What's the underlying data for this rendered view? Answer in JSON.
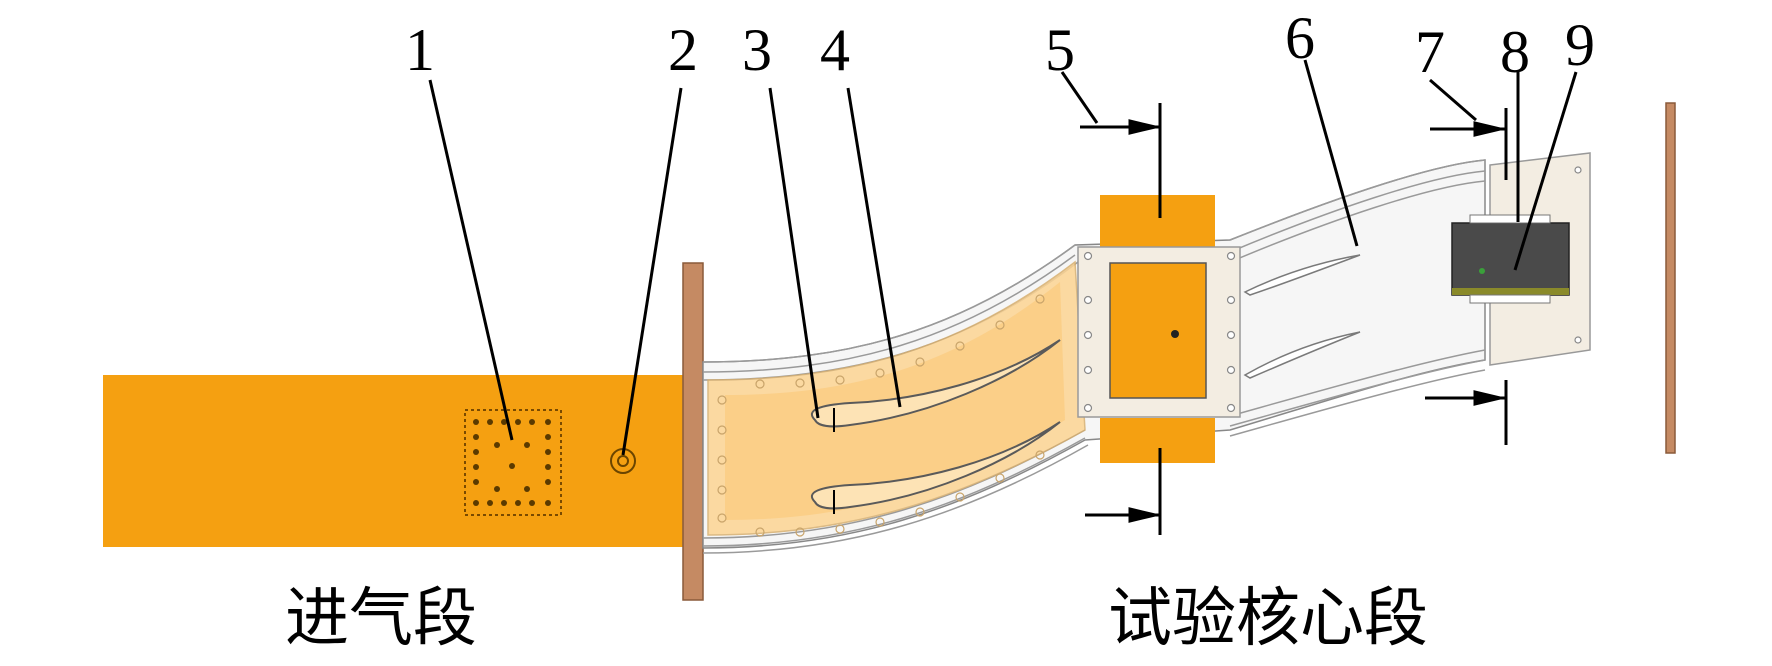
{
  "callouts": [
    {
      "id": "1",
      "label": "1"
    },
    {
      "id": "2",
      "label": "2"
    },
    {
      "id": "3",
      "label": "3"
    },
    {
      "id": "4",
      "label": "4"
    },
    {
      "id": "5",
      "label": "5"
    },
    {
      "id": "6",
      "label": "6"
    },
    {
      "id": "7",
      "label": "7"
    },
    {
      "id": "8",
      "label": "8"
    },
    {
      "id": "9",
      "label": "9"
    }
  ],
  "sections": {
    "inlet": "进气段",
    "core": "试验核心段"
  },
  "colors": {
    "orange": "#F5A011",
    "light_orange": "#FCD493",
    "copper": "#C58A63",
    "panel": "#F3EDE2",
    "dark_block": "#4A4A4A",
    "duct_fill": "#F6F6F6"
  }
}
